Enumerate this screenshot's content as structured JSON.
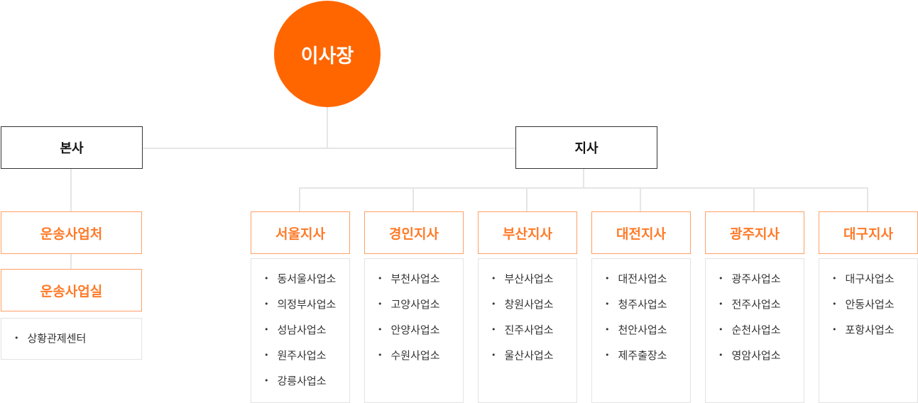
{
  "chairman": "이사장",
  "hq": {
    "label": "본사",
    "divisions": [
      {
        "label": "운송사업처"
      },
      {
        "label": "운송사업실"
      }
    ],
    "units": [
      "상황관제센터"
    ]
  },
  "branch_root": {
    "label": "지사"
  },
  "branches": [
    {
      "label": "서울지사",
      "offices": [
        "동서울사업소",
        "의정부사업소",
        "성남사업소",
        "원주사업소",
        "강릉사업소"
      ]
    },
    {
      "label": "경인지사",
      "offices": [
        "부천사업소",
        "고양사업소",
        "안양사업소",
        "수원사업소"
      ]
    },
    {
      "label": "부산지사",
      "offices": [
        "부산사업소",
        "창원사업소",
        "진주사업소",
        "울산사업소"
      ]
    },
    {
      "label": "대전지사",
      "offices": [
        "대전사업소",
        "청주사업소",
        "천안사업소",
        "제주출장소"
      ]
    },
    {
      "label": "광주지사",
      "offices": [
        "광주사업소",
        "전주사업소",
        "순천사업소",
        "영암사업소"
      ]
    },
    {
      "label": "대구지사",
      "offices": [
        "대구사업소",
        "안동사업소",
        "포항사업소"
      ]
    }
  ],
  "colors": {
    "accent": "#ff6600",
    "accent_text": "#ff7a28",
    "border": "#ffa065",
    "line": "#e5e5e5"
  }
}
